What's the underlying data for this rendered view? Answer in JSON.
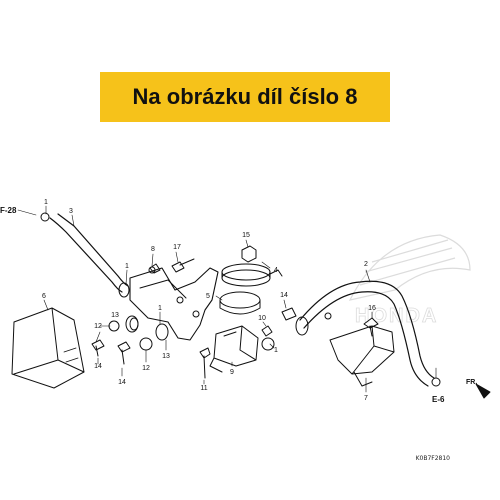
{
  "banner": {
    "text": "Na obrázku díl číslo 8",
    "color": "#f6c21a"
  },
  "diagram": {
    "ref_labels": {
      "f28": "F-28",
      "e6": "E-6",
      "fr": "FR."
    },
    "part_numbers": {
      "p1a": "1",
      "p1b": "1",
      "p1c": "1",
      "p1d": "1",
      "p2": "2",
      "p3": "3",
      "p4": "4",
      "p5": "5",
      "p6": "6",
      "p7": "7",
      "p8": "8",
      "p9": "9",
      "p10": "10",
      "p11": "11",
      "p12a": "12",
      "p12b": "12",
      "p13a": "13",
      "p13b": "13",
      "p14a": "14",
      "p14b": "14",
      "p14c": "14",
      "p15": "15",
      "p16": "16",
      "p17": "17"
    },
    "watermark": "HONDA",
    "drawing_code": "K0B7F2810"
  }
}
